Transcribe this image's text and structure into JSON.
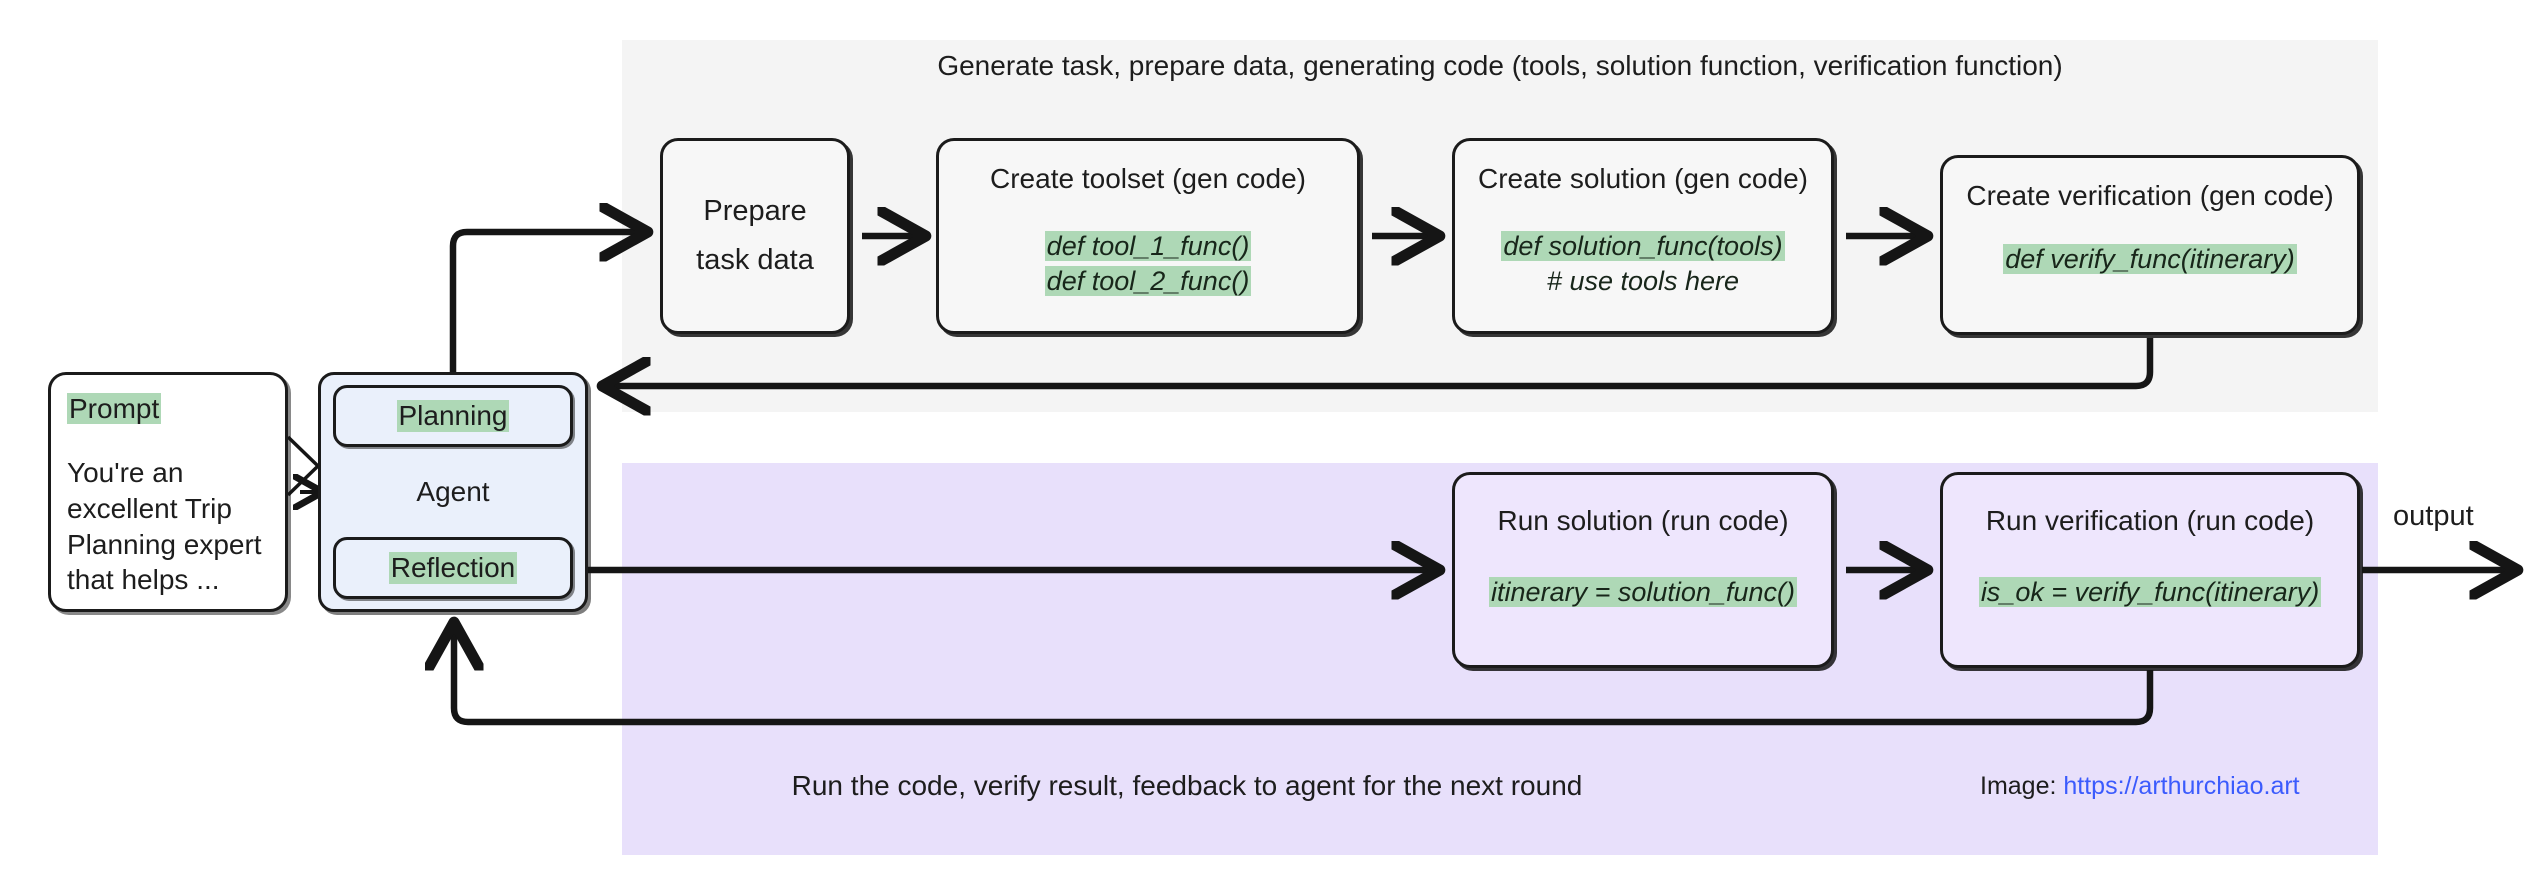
{
  "panels": {
    "generate": {
      "title": "Generate task, prepare data, generating code (tools, solution function, verification function)",
      "bg_color": "#f4f4f4"
    },
    "run": {
      "caption": "Run the code, verify result, feedback to agent for the next round",
      "bg_color": "#e8e0fb"
    }
  },
  "credit": {
    "prefix": "Image:",
    "link_text": "https://arthurchiao.art",
    "link_color": "#3b5bfd"
  },
  "prompt": {
    "label": "Prompt",
    "body": "You're an excellent Trip Planning expert that helps ..."
  },
  "agent": {
    "label": "Agent",
    "planning": "Planning",
    "reflection": "Reflection"
  },
  "nodes": {
    "prepare": {
      "line1": "Prepare",
      "line2": "task data"
    },
    "toolset": {
      "title": "Create toolset (gen code)",
      "code1": "def tool_1_func()",
      "code2": "def tool_2_func()"
    },
    "solution": {
      "title": "Create solution (gen code)",
      "code1": "def solution_func(tools)",
      "code2": "# use tools here"
    },
    "verification": {
      "title": "Create verification (gen code)",
      "code1": "def verify_func(itinerary)"
    },
    "run_solution": {
      "title": "Run solution (run code)",
      "code1": "itinerary = solution_func()"
    },
    "run_verification": {
      "title": "Run verification  (run code)",
      "code1": "is_ok = verify_func(itinerary)"
    }
  },
  "output": {
    "label": "output"
  },
  "colors": {
    "highlight_green": "#aed8b6",
    "agent_blue": "#eaf0fb",
    "stroke": "#1b1b1b"
  }
}
